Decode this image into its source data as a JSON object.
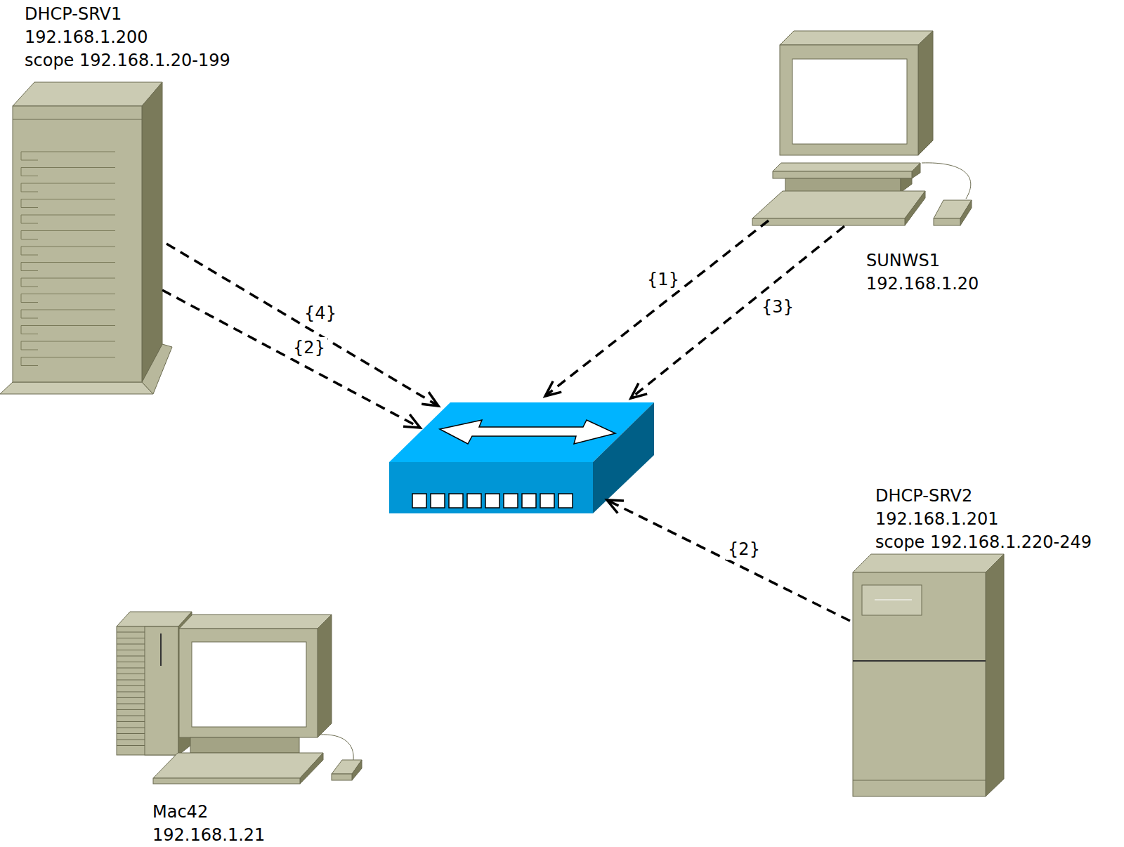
{
  "diagram": {
    "nodes": [
      {
        "text": [
          "DHCP-SRV1",
          "192.168.1.200",
          "scope 192.168.1.20-199"
        ]
      },
      {
        "text": [
          "SUNWS1",
          "192.168.1.20"
        ]
      },
      {
        "text": []
      },
      {
        "text": [
          "DHCP-SRV2",
          "192.168.1.201",
          "scope 192.168.1.220-249"
        ]
      },
      {
        "text": [
          "Mac42",
          "192.168.1.21"
        ]
      }
    ],
    "edges": [
      {
        "from": 1,
        "to": 2,
        "arrow": "to",
        "label": "{1}"
      },
      {
        "from": 0,
        "to": 2,
        "arrow": "to",
        "label": "{2}"
      },
      {
        "from": 3,
        "to": 2,
        "arrow": "to",
        "label": "{2}"
      },
      {
        "from": 1,
        "to": 2,
        "arrow": "to",
        "label": "{3}"
      },
      {
        "from": 0,
        "to": 2,
        "arrow": "to",
        "label": "{4}"
      }
    ]
  }
}
